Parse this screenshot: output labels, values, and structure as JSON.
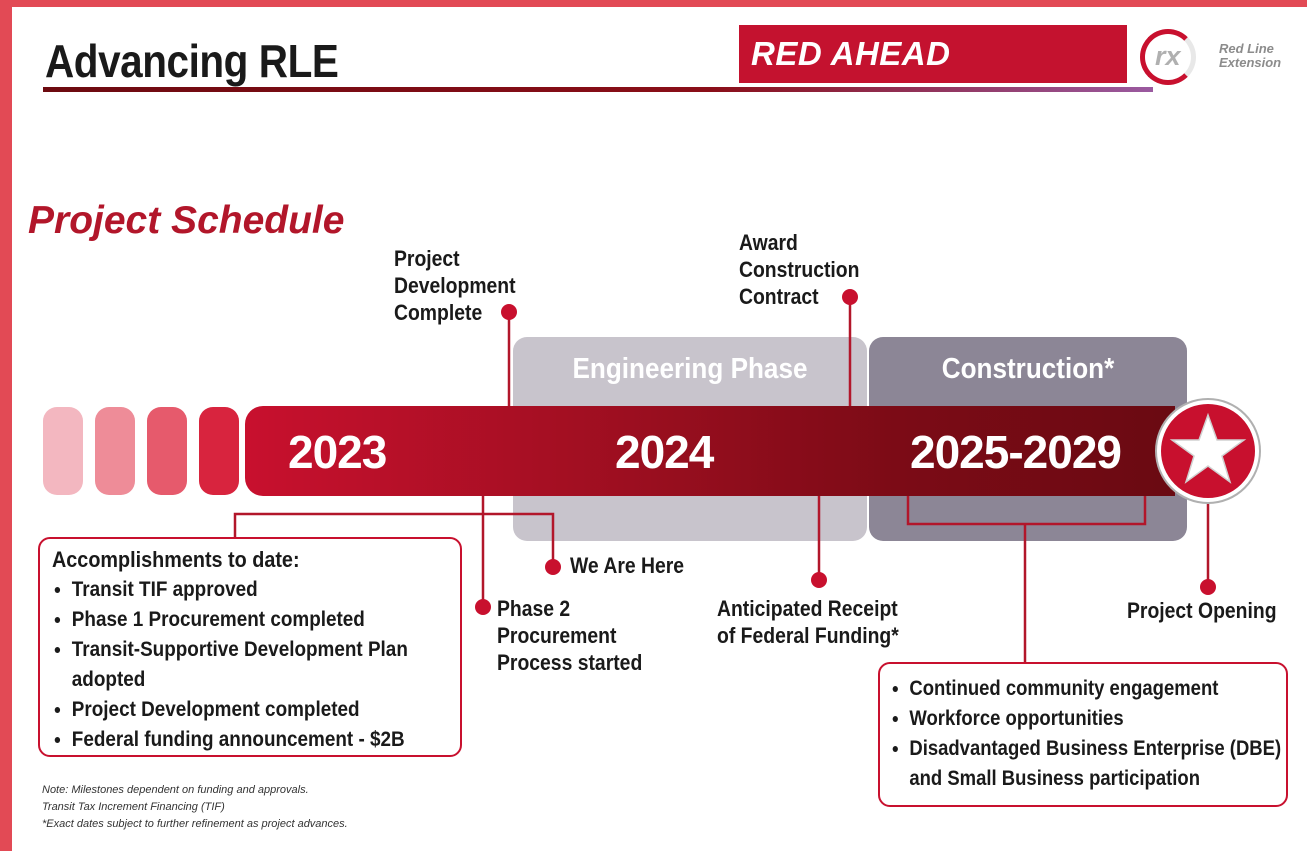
{
  "header": {
    "title": "Advancing RLE",
    "brand_banner": "RED AHEAD",
    "logo_mark": "rx",
    "logo_text_line1": "Red Line",
    "logo_text_line2": "Extension"
  },
  "schedule": {
    "title": "Project Schedule",
    "phases": [
      "Engineering Phase",
      "Construction*"
    ],
    "years": [
      "2023",
      "2024",
      "2025-2029"
    ]
  },
  "milestones": {
    "project_development": [
      "Project",
      "Development",
      "Complete"
    ],
    "award_contract": [
      "Award",
      "Construction",
      "Contract"
    ],
    "we_are_here": "We Are Here",
    "phase2": [
      "Phase 2",
      "Procurement",
      "Process started"
    ],
    "federal_funding": [
      "Anticipated Receipt",
      "of Federal Funding*"
    ],
    "project_opening": "Project Opening"
  },
  "accomplishments": {
    "heading": "Accomplishments to date:",
    "items": [
      "Transit TIF approved",
      "Phase 1 Procurement completed",
      "Transit-Supportive Development Plan adopted",
      "Project Development completed",
      "Federal funding announcement - $2B"
    ]
  },
  "construction_benefits": {
    "items": [
      "Continued community engagement",
      "Workforce opportunities",
      "Disadvantaged Business Enterprise (DBE) and Small Business participation"
    ]
  },
  "notes": [
    "Note: Milestones dependent on funding and approvals.",
    "Transit Tax Increment Financing (TIF)",
    "*Exact dates subject to further refinement as project advances."
  ],
  "colors": {
    "accent_red": "#c8102e",
    "dark_red": "#6a0a12",
    "engineering_gray": "#c8c4cc",
    "construction_gray": "#8c8696"
  }
}
